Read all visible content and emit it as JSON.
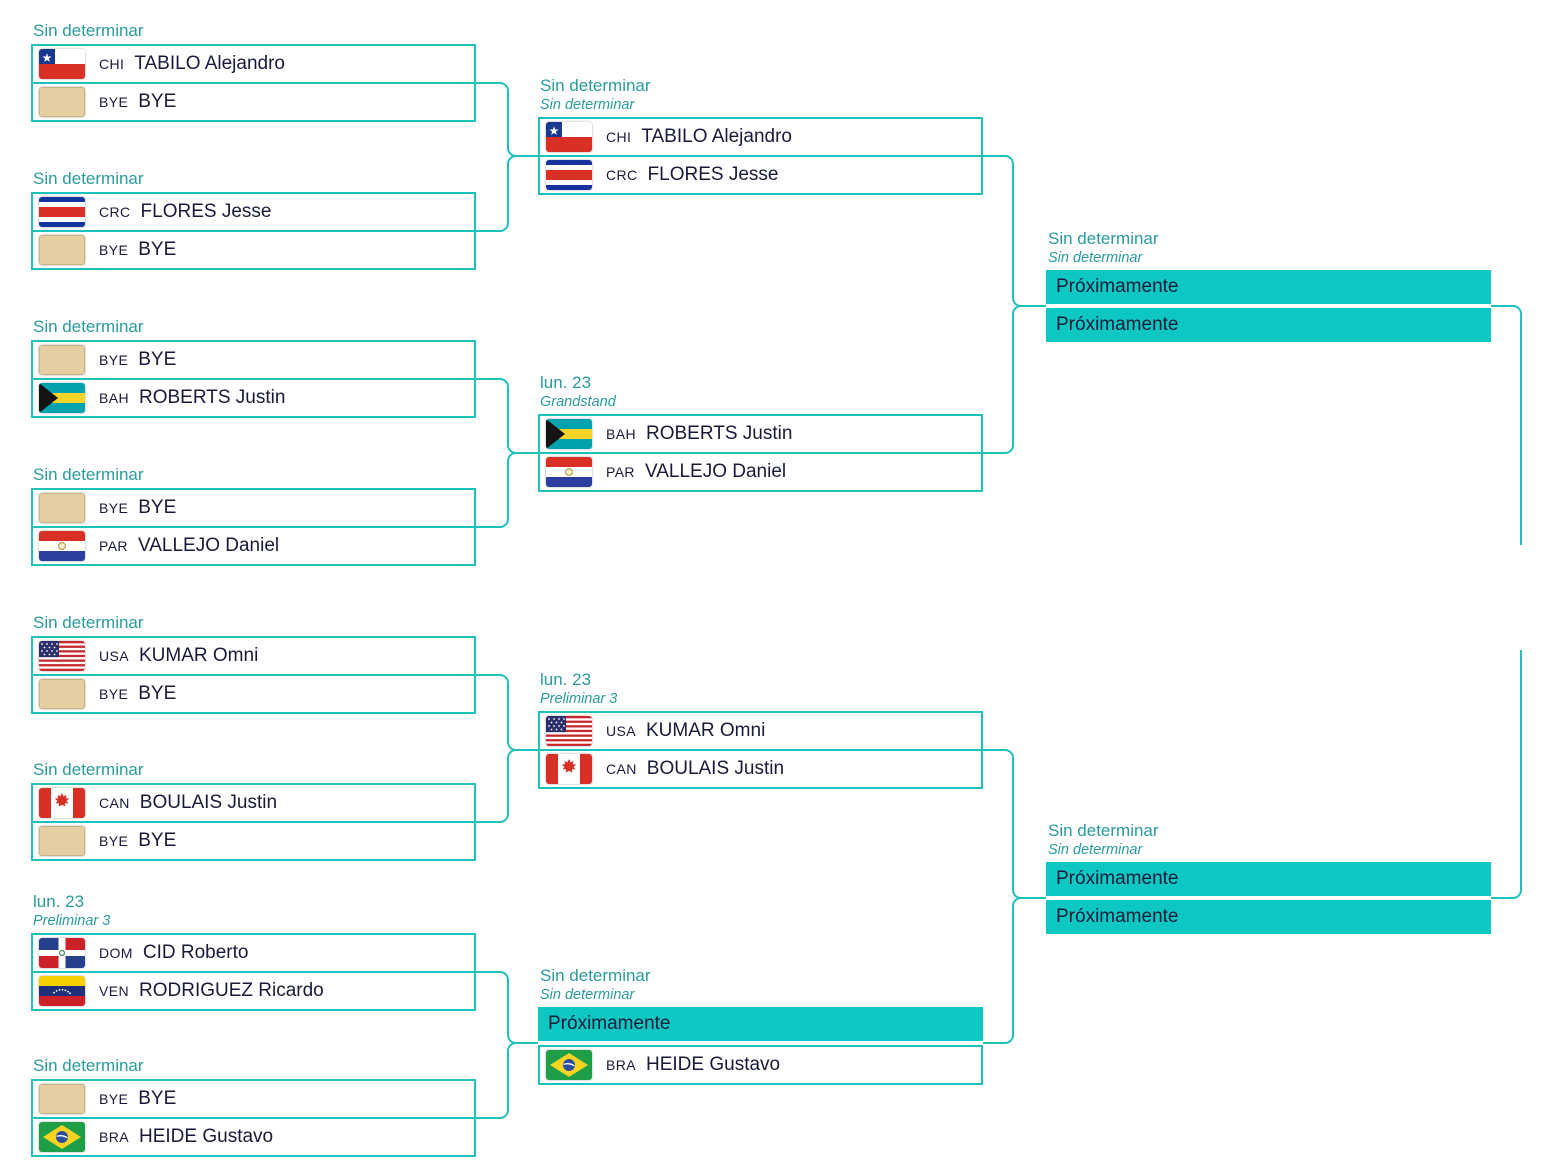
{
  "colors": {
    "accent_line": "#1fc1bd",
    "placeholder_fill": "#0cc7c2",
    "label_teal": "#2a9b9c",
    "text_dark": "#191a3a",
    "bye_flag_tan": "#e3cfa2"
  },
  "bracket": {
    "round1": [
      {
        "schedule": "Sin determinar",
        "rows": [
          {
            "country": "CHI",
            "name": "TABILO Alejandro"
          },
          {
            "country": "BYE",
            "name": "BYE"
          }
        ]
      },
      {
        "schedule": "Sin determinar",
        "rows": [
          {
            "country": "CRC",
            "name": "FLORES Jesse"
          },
          {
            "country": "BYE",
            "name": "BYE"
          }
        ]
      },
      {
        "schedule": "Sin determinar",
        "rows": [
          {
            "country": "BYE",
            "name": "BYE"
          },
          {
            "country": "BAH",
            "name": "ROBERTS Justin"
          }
        ]
      },
      {
        "schedule": "Sin determinar",
        "rows": [
          {
            "country": "BYE",
            "name": "BYE"
          },
          {
            "country": "PAR",
            "name": "VALLEJO Daniel"
          }
        ]
      },
      {
        "schedule": "Sin determinar",
        "rows": [
          {
            "country": "USA",
            "name": "KUMAR Omni"
          },
          {
            "country": "BYE",
            "name": "BYE"
          }
        ]
      },
      {
        "schedule": "Sin determinar",
        "rows": [
          {
            "country": "CAN",
            "name": "BOULAIS Justin"
          },
          {
            "country": "BYE",
            "name": "BYE"
          }
        ]
      },
      {
        "schedule": "lun. 23",
        "venue": "Preliminar 3",
        "rows": [
          {
            "country": "DOM",
            "name": "CID Roberto"
          },
          {
            "country": "VEN",
            "name": "RODRIGUEZ Ricardo"
          }
        ]
      },
      {
        "schedule": "Sin determinar",
        "rows": [
          {
            "country": "BYE",
            "name": "BYE"
          },
          {
            "country": "BRA",
            "name": "HEIDE Gustavo"
          }
        ]
      }
    ],
    "round2": [
      {
        "schedule": "Sin determinar",
        "venue": "Sin determinar",
        "rows": [
          {
            "country": "CHI",
            "name": "TABILO Alejandro"
          },
          {
            "country": "CRC",
            "name": "FLORES Jesse"
          }
        ]
      },
      {
        "schedule": "lun. 23",
        "venue": "Grandstand",
        "rows": [
          {
            "country": "BAH",
            "name": "ROBERTS Justin"
          },
          {
            "country": "PAR",
            "name": "VALLEJO Daniel"
          }
        ]
      },
      {
        "schedule": "lun. 23",
        "venue": "Preliminar 3",
        "rows": [
          {
            "country": "USA",
            "name": "KUMAR Omni"
          },
          {
            "country": "CAN",
            "name": "BOULAIS Justin"
          }
        ]
      },
      {
        "schedule": "Sin determinar",
        "venue": "Sin determinar",
        "rows": [
          {
            "placeholder": "Próximamente"
          },
          {
            "country": "BRA",
            "name": "HEIDE Gustavo"
          }
        ]
      }
    ],
    "semifinals": [
      {
        "schedule": "Sin determinar",
        "venue": "Sin determinar",
        "rows": [
          {
            "placeholder": "Próximamente"
          },
          {
            "placeholder": "Próximamente"
          }
        ]
      },
      {
        "schedule": "Sin determinar",
        "venue": "Sin determinar",
        "rows": [
          {
            "placeholder": "Próximamente"
          },
          {
            "placeholder": "Próximamente"
          }
        ]
      }
    ]
  }
}
